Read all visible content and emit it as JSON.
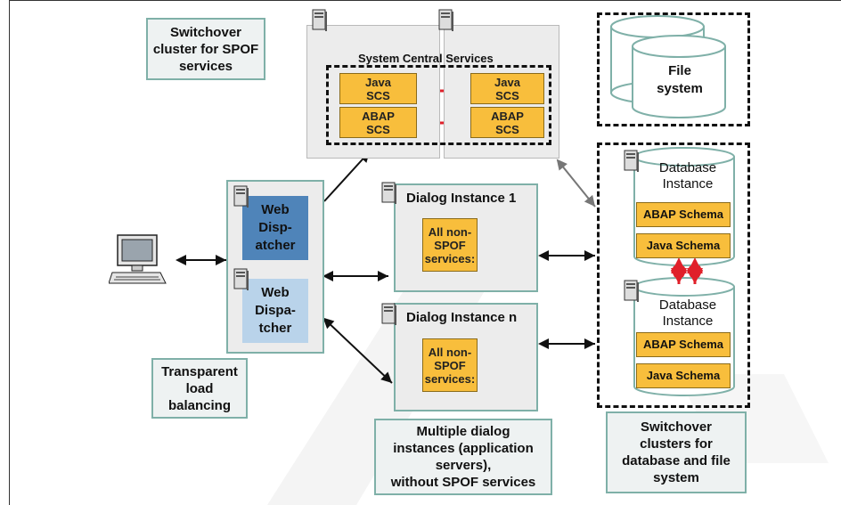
{
  "notes": {
    "switchover_spof": [
      "Switchover",
      "cluster for SPOF",
      "services"
    ],
    "transparent_lb": [
      "Transparent",
      "load",
      "balancing"
    ],
    "multiple_dialog": [
      "Multiple dialog",
      "instances (application",
      "servers),",
      "without SPOF services"
    ],
    "switchover_db": [
      "Switchover",
      "clusters for",
      "database and file",
      "system"
    ]
  },
  "scs_cluster": {
    "title": "System Central Services",
    "left": [
      [
        "Java",
        "SCS"
      ],
      [
        "ABAP",
        "SCS"
      ]
    ],
    "right": [
      [
        "Java",
        "SCS"
      ],
      [
        "ABAP",
        "SCS"
      ]
    ]
  },
  "web_dispatchers": [
    [
      "Web",
      "Disp-",
      "atcher"
    ],
    [
      "Web",
      "Dispa-",
      "tcher"
    ]
  ],
  "dialog_instances": [
    {
      "title": "Dialog Instance 1",
      "services": [
        "All non-",
        "SPOF",
        "services:"
      ]
    },
    {
      "title": "Dialog Instance n",
      "services": [
        "All non-",
        "SPOF",
        "services:"
      ]
    }
  ],
  "file_system": [
    "File",
    "system"
  ],
  "databases": [
    {
      "title": [
        "Database",
        "Instance"
      ],
      "schemas": [
        "ABAP Schema",
        "Java Schema"
      ]
    },
    {
      "title": [
        "Database",
        "Instance"
      ],
      "schemas": [
        "ABAP Schema",
        "Java Schema"
      ]
    }
  ],
  "colors": {
    "accent_border": "#7fb0a8",
    "scs_fill": "#f8be3c",
    "dispatcher_active": "#4f84b9",
    "dispatcher_standby": "#b9d3ea",
    "replication_arrow": "#e0202a"
  }
}
